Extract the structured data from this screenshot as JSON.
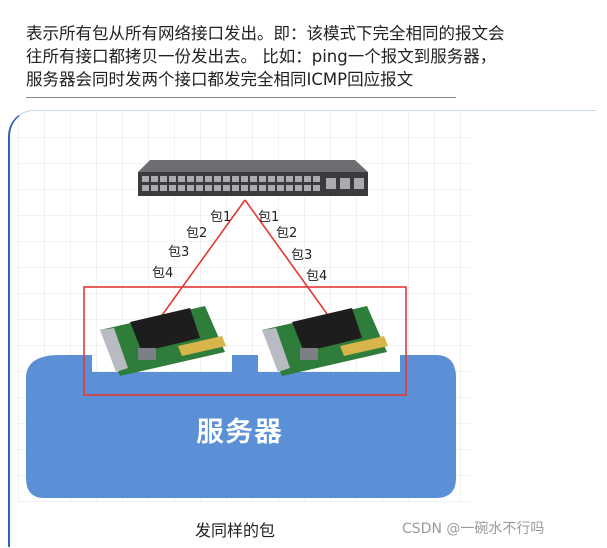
{
  "intro": {
    "line1": "表示所有包从所有网络接口发出。即：该模式下完全相同的报文会",
    "line2": "往所有接口都拷贝一份发出去。 比如：ping一个报文到服务器，",
    "line3": "服务器会同时发两个接口都发完全相同ICMP回应报文"
  },
  "diagram": {
    "switch_icon": "network-switch-icon",
    "nic_icon": "network-interface-card-icon",
    "server_label": "服务器",
    "left_packets": [
      "包1",
      "包2",
      "包3",
      "包4"
    ],
    "right_packets": [
      "包1",
      "包2",
      "包3",
      "包4"
    ],
    "colors": {
      "server_fill": "#5b8fd6",
      "link_line": "#e53935",
      "highlight_box": "#e53935",
      "frame": "#2f63b8"
    }
  },
  "caption": "发同样的包",
  "watermark": "CSDN @一碗水不行吗"
}
